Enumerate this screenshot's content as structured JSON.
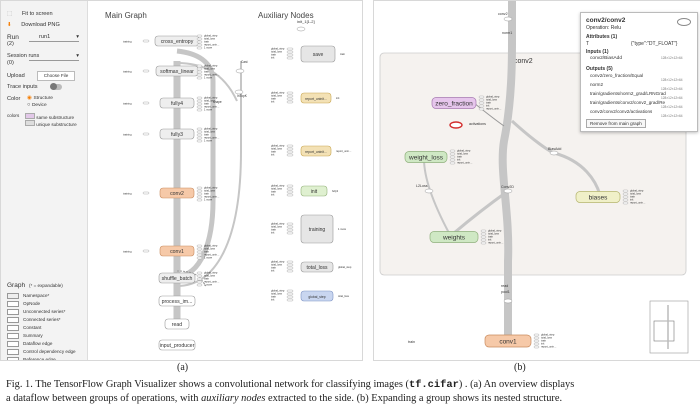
{
  "panel_a": {
    "controls": {
      "fit_to_screen": "Fit to screen",
      "download_png": "Download PNG",
      "run_label": "Run",
      "run_count": "(2)",
      "run_value": "run1",
      "session_runs_label": "Session runs",
      "session_runs_count": "(0)",
      "upload_label": "Upload",
      "choose_file": "Choose File",
      "trace_inputs_label": "Trace inputs",
      "color_label": "Color",
      "color_structure": "Structure",
      "color_device": "Device",
      "colors_label": "colors",
      "same_substructure": "same substructure",
      "unique_substructure": "unique substructure",
      "legend_title": "Graph",
      "legend_expandable": "(* = expandable)",
      "legend_items": [
        "Namespace*",
        "OpNode",
        "Unconnected series*",
        "Connected series*",
        "Constant",
        "Summary",
        "Dataflow edge",
        "Control dependency edge",
        "Reference edge"
      ]
    },
    "main_graph_title": "Main Graph",
    "aux_title": "Auxiliary Nodes",
    "main_nodes": [
      "cross_entropy",
      "softmax_linear",
      "fully4",
      "fully3",
      "conv2",
      "conv1",
      "shuffle_batch",
      "process_im...",
      "read",
      "input_producer"
    ],
    "side_labels": [
      "Cast",
      "InTopK",
      "shape"
    ],
    "aux_nodes": [
      "save",
      "report_uninit...",
      "report_uninit...",
      "init",
      "training",
      "total_loss",
      "global_step"
    ],
    "aux_top_label": "init_1[1-2]",
    "port_labels": [
      "global_step",
      "total_loss",
      "train",
      "init",
      "report_unin...",
      "fully3",
      "1 more"
    ]
  },
  "panel_b": {
    "outer_group_label": "conv2",
    "nodes": [
      "zero_fraction",
      "weight_loss",
      "weights",
      "biases",
      "conv1"
    ],
    "op_labels": [
      "BiasAdd",
      "L2Loss",
      "Conv2D",
      "activations",
      "read",
      "pool1",
      "conv2",
      "norm1",
      "train"
    ],
    "info_card": {
      "title": "conv2/conv2",
      "operation": "Operation: Relu",
      "attributes_header": "Attributes (1)",
      "attr_key": "T",
      "attr_value": "{\"type\":\"DT_FLOAT\"}",
      "inputs_header": "Inputs (1)",
      "inputs": [
        "conv2/BiasAdd"
      ],
      "outputs_header": "Outputs (5)",
      "outputs": [
        "conv2/zero_fraction/Equal",
        "norm2",
        "train/gradients/norm2_grad/LRNGrad",
        "train/gradients/conv2/conv2_grad/Re",
        "conv2/conv2/conv2/activations"
      ],
      "shape_text": "128×12×12×64",
      "remove_button": "Remove from main graph"
    }
  },
  "sublabels": [
    "(a)",
    "(b)"
  ],
  "caption": {
    "line1_a": "Fig. 1.   The TensorFlow Graph Visualizer shows a convolutional network for classifying images (",
    "code": "tf.cifar",
    "line1_b": ") . (a) An overview displays",
    "line2_a": "a dataflow between groups of operations, with ",
    "italic": "auxiliary nodes",
    "line2_b": " extracted to the side. (b) Expanding a group shows its nested structure."
  }
}
